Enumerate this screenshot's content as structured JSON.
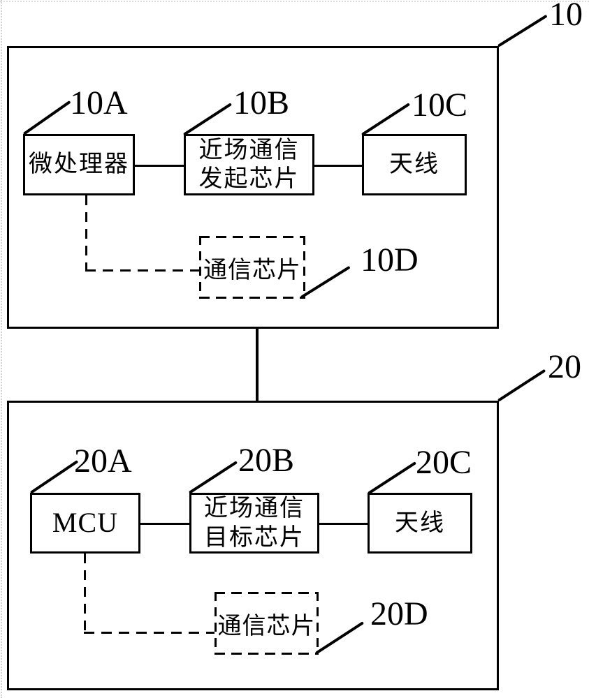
{
  "diagram": {
    "title_semantic": "NFC initiator-target device block diagram",
    "colors": {
      "line": "#000000",
      "background": "#ffffff"
    },
    "block10": {
      "ref": "10",
      "microprocessor": {
        "ref": "10A",
        "line1": "微处理器"
      },
      "nfc_initiator": {
        "ref": "10B",
        "line1": "近场通信",
        "line2": "发起芯片"
      },
      "antenna": {
        "ref": "10C",
        "line1": "天线"
      },
      "comm_chip": {
        "ref": "10D",
        "line1": "通信芯片"
      }
    },
    "block20": {
      "ref": "20",
      "mcu": {
        "ref": "20A",
        "line1": "MCU"
      },
      "nfc_target": {
        "ref": "20B",
        "line1": "近场通信",
        "line2": "目标芯片"
      },
      "antenna": {
        "ref": "20C",
        "line1": "天线"
      },
      "comm_chip": {
        "ref": "20D",
        "line1": "通信芯片"
      }
    }
  }
}
